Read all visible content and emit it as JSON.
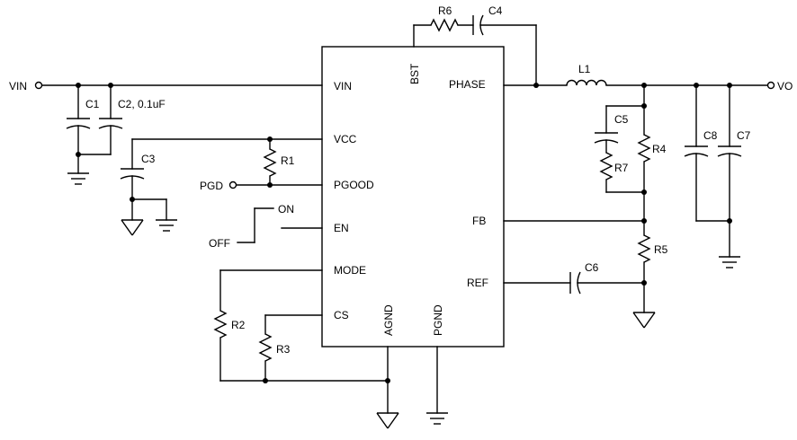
{
  "schematic": {
    "ic_pins": {
      "vin": "VIN",
      "bst": "BST",
      "phase": "PHASE",
      "vcc": "VCC",
      "pgood": "PGOOD",
      "en": "EN",
      "fb": "FB",
      "mode": "MODE",
      "ref": "REF",
      "cs": "CS",
      "agnd": "AGND",
      "pgnd": "PGND"
    },
    "ports": {
      "vin": "VIN",
      "vo": "VO",
      "pgd": "PGD",
      "on": "ON",
      "off": "OFF"
    },
    "components": {
      "c1": "C1",
      "c2": "C2, 0.1uF",
      "c3": "C3",
      "c4": "C4",
      "c5": "C5",
      "c6": "C6",
      "c7": "C7",
      "c8": "C8",
      "r1": "R1",
      "r2": "R2",
      "r3": "R3",
      "r4": "R4",
      "r5": "R5",
      "r6": "R6",
      "r7": "R7",
      "l1": "L1"
    }
  }
}
